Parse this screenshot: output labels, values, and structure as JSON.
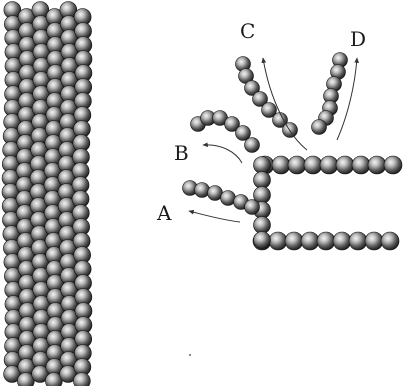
{
  "labels": {
    "a": "A",
    "b": "B",
    "c": "C",
    "d": "D"
  },
  "colors": {
    "bead_light": "#f2f2f2",
    "bead_mid": "#8a8a8a",
    "bead_dark": "#1c1c1c",
    "arrow": "#333333",
    "background": "#ffffff"
  }
}
